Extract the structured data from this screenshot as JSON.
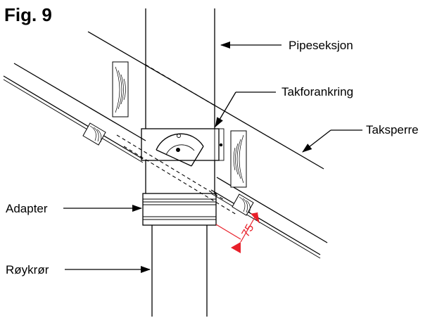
{
  "figure": {
    "title": "Fig. 9"
  },
  "labels": {
    "pipeseksjon": "Pipeseksjon",
    "takforankring": "Takforankring",
    "taksperre": "Taksperre",
    "adapter": "Adapter",
    "roykror": "Røykrør"
  },
  "dimension": {
    "value": "75",
    "color": "#e8202a"
  }
}
